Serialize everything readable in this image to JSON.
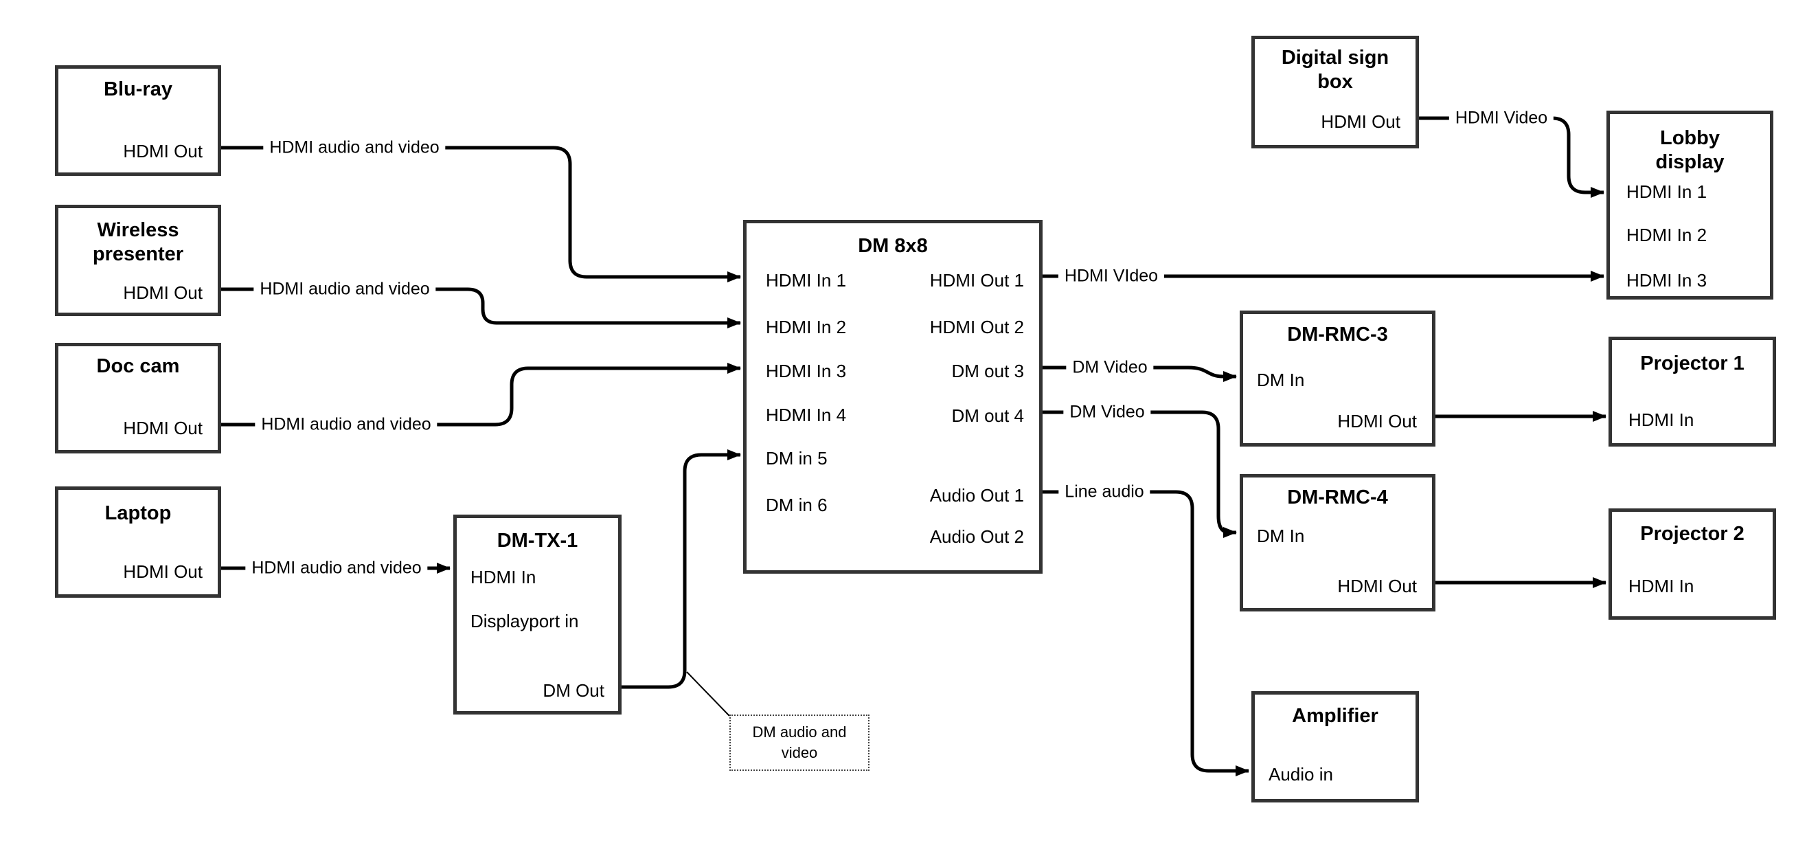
{
  "diagram": {
    "nodes": {
      "bluray": {
        "title": "Blu-ray",
        "port_out": "HDMI Out"
      },
      "wireless": {
        "title": "Wireless presenter",
        "port_out": "HDMI Out"
      },
      "doccam": {
        "title": "Doc cam",
        "port_out": "HDMI Out"
      },
      "laptop": {
        "title": "Laptop",
        "port_out": "HDMI Out"
      },
      "dmtx1": {
        "title": "DM-TX-1",
        "port_hdmi_in": "HDMI In",
        "port_dp_in": "Displayport in",
        "port_dm_out": "DM Out"
      },
      "dm8x8": {
        "title": "DM 8x8",
        "in1": "HDMI In 1",
        "in2": "HDMI In 2",
        "in3": "HDMI In 3",
        "in4": "HDMI In 4",
        "in5": "DM in 5",
        "in6": "DM in 6",
        "out1": "HDMI Out 1",
        "out2": "HDMI Out 2",
        "out3": "DM out 3",
        "out4": "DM out 4",
        "aout1": "Audio Out 1",
        "aout2": "Audio Out 2"
      },
      "digitalsign": {
        "title": "Digital sign box",
        "port_out": "HDMI Out"
      },
      "lobby": {
        "title": "Lobby display",
        "in1": "HDMI In 1",
        "in2": "HDMI In 2",
        "in3": "HDMI In 3"
      },
      "dmrmc3": {
        "title": "DM-RMC-3",
        "port_dm_in": "DM In",
        "port_hdmi_out": "HDMI Out"
      },
      "proj1": {
        "title": "Projector 1",
        "port_hdmi_in": "HDMI In"
      },
      "dmrmc4": {
        "title": "DM-RMC-4",
        "port_dm_in": "DM In",
        "port_hdmi_out": "HDMI Out"
      },
      "proj2": {
        "title": "Projector 2",
        "port_hdmi_in": "HDMI In"
      },
      "amp": {
        "title": "Amplifier",
        "port_audio_in": "Audio in"
      }
    },
    "edge_labels": {
      "bluray_line": "HDMI audio and video",
      "wireless_line": "HDMI audio and video",
      "doccam_line": "HDMI audio and video",
      "laptop_line": "HDMI audio and video",
      "digitalsign_line": "HDMI Video",
      "hdmi_out1_line": "HDMI VIdeo",
      "dm_out3_line": "DM Video",
      "dm_out4_line": "DM Video",
      "audio_out1_line": "Line audio",
      "callout": "DM audio and video"
    }
  }
}
